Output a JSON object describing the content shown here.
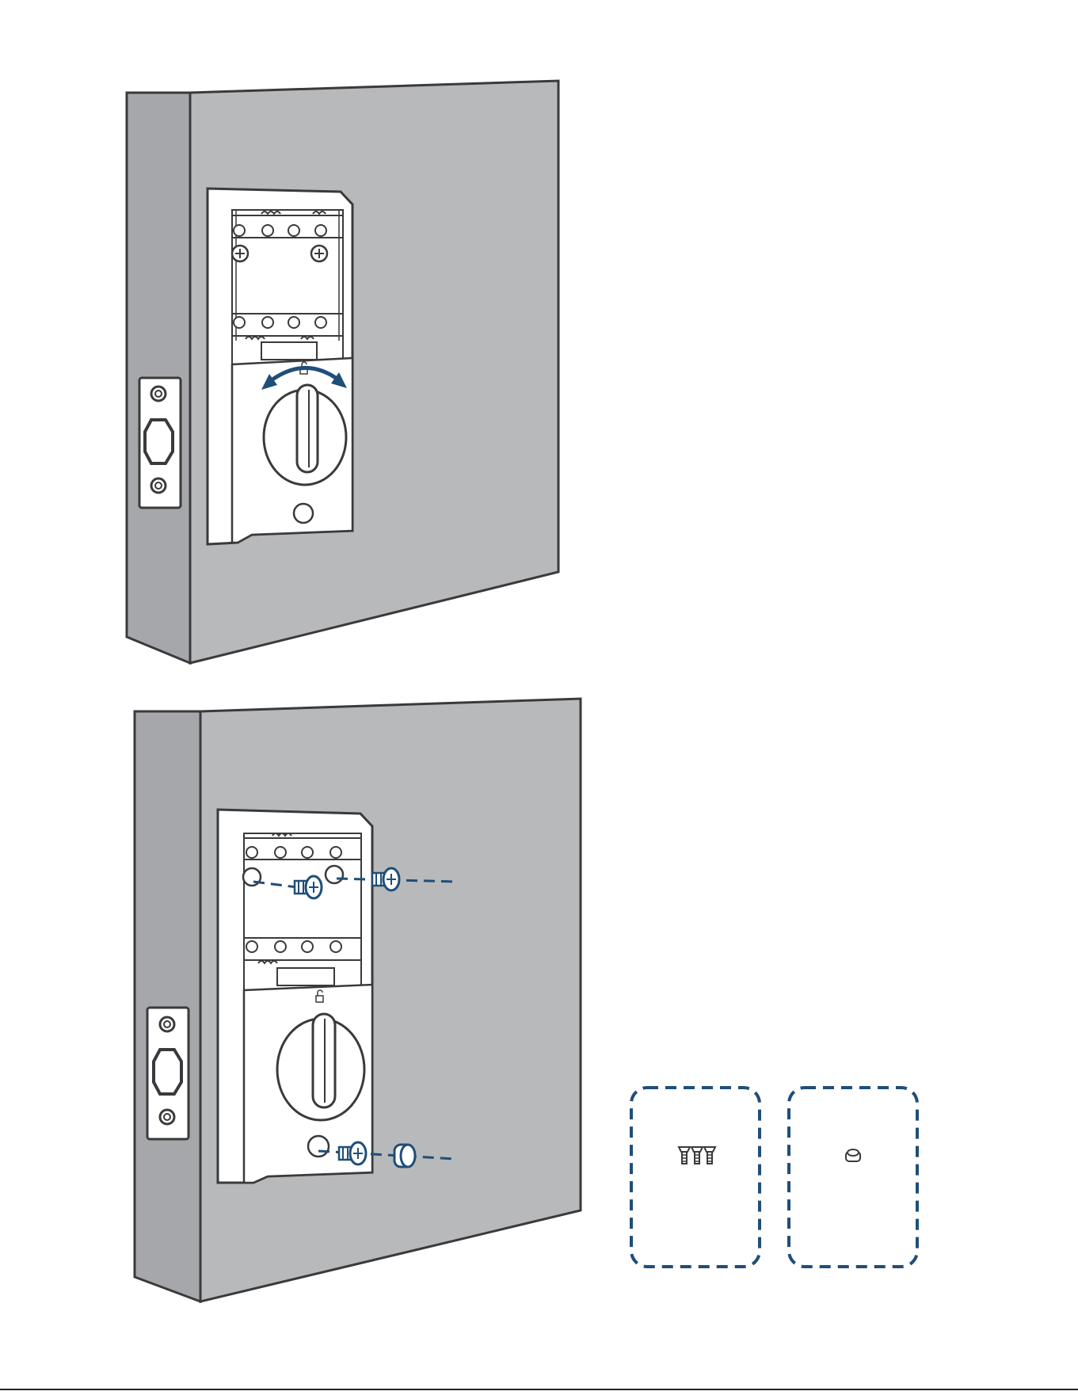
{
  "colors": {
    "door_face": "#b8b9bb",
    "door_edge": "#a6a7aa",
    "outline": "#3a3a3c",
    "lock_body": "#ffffff",
    "accent": "#1f4e79",
    "dashed_box": "#1f4e79"
  },
  "figures": [
    {
      "name": "step-remove-battery-cover-turn-thumbturn",
      "arrow": "rotate-both-directions-arrow"
    },
    {
      "name": "step-install-screws-and-cap",
      "parts": [
        "mounting-screws",
        "screw-cover-cap"
      ]
    }
  ],
  "parts_boxes": [
    {
      "name": "screw-pack",
      "quantity": 3,
      "icon": "machine-screw-icon"
    },
    {
      "name": "cap-pack",
      "quantity": 1,
      "icon": "screw-cap-icon"
    }
  ],
  "footer": {
    "text": ""
  }
}
